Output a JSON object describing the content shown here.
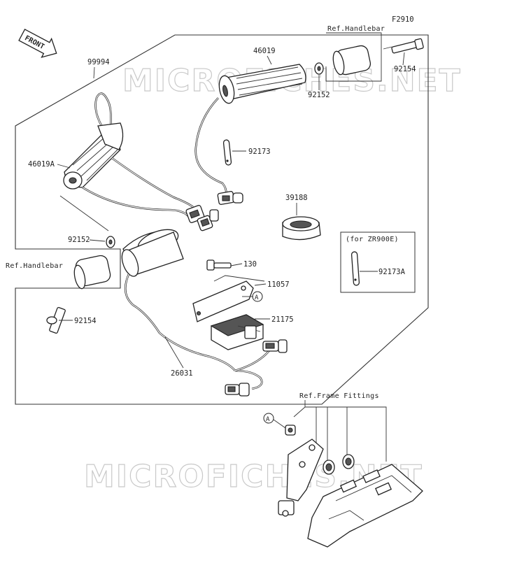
{
  "diagram_code": "F2910",
  "front_label": "FRONT",
  "watermark": "MICROFICHES.NET",
  "callout_marker": "A",
  "refs": {
    "handlebar": "Ref.Handlebar",
    "frame": "Ref.Frame Fittings",
    "variant": "(for ZR900E)"
  },
  "parts": {
    "p99994": "99994",
    "p46019": "46019",
    "p46019A": "46019A",
    "p92152": "92152",
    "p92154": "92154",
    "p92173": "92173",
    "p92173A": "92173A",
    "p39188": "39188",
    "p130": "130",
    "p11057": "11057",
    "p21175": "21175",
    "p26031": "26031"
  }
}
